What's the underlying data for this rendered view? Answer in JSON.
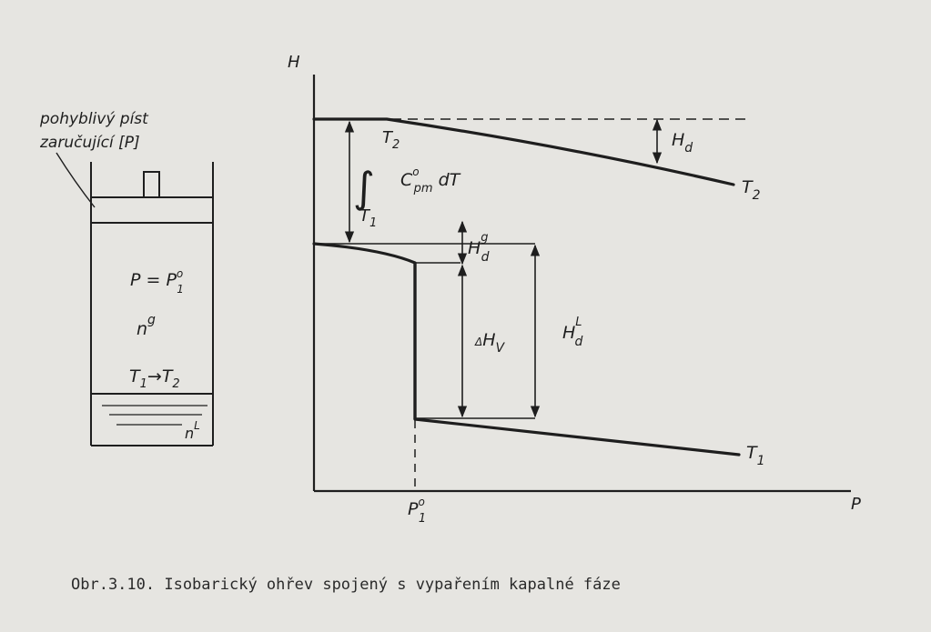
{
  "colors": {
    "paper": "#e6e5e1",
    "ink": "#1e1e1e"
  },
  "vessel": {
    "piston_label_line1": "pohyblivý píst",
    "piston_label_line2": "zaručující [P]",
    "pressure_label": "P = P",
    "pressure_sup": "o",
    "pressure_sub": "1",
    "gas_label": "n",
    "gas_sup": "g",
    "temp_from": "T",
    "temp_from_sub": "1",
    "temp_arrow": "→",
    "temp_to": "T",
    "temp_to_sub": "2",
    "liquid_label": "n",
    "liquid_sup": "L"
  },
  "graph": {
    "y_axis_label": "H",
    "x_axis_label": "P",
    "x_marker_label": "P",
    "x_marker_sup": "o",
    "x_marker_sub": "1",
    "curve_T2_label": "T",
    "curve_T2_sub": "2",
    "curve_T1_label": "T",
    "curve_T1_sub": "1",
    "Hd_label": "H",
    "Hd_sub": "d",
    "integral_symbol": "∫",
    "integral_upper": "T",
    "integral_upper_sub": "2",
    "integral_lower": "T",
    "integral_lower_sub": "1",
    "integrand": "C",
    "integrand_sup": "o",
    "integrand_sub": "pm",
    "integrand_dT": " dT",
    "Hdg_label": "H",
    "Hdg_sup": "g",
    "Hdg_sub": "d",
    "dHv_prefix": "Δ",
    "dHv_label": "H",
    "dHv_sub": "V",
    "HdL_label": "H",
    "HdL_sup": "L",
    "HdL_sub": "d"
  },
  "caption": "Obr.3.10. Isobarický ohřev spojený s vypařením kapalné fáze"
}
